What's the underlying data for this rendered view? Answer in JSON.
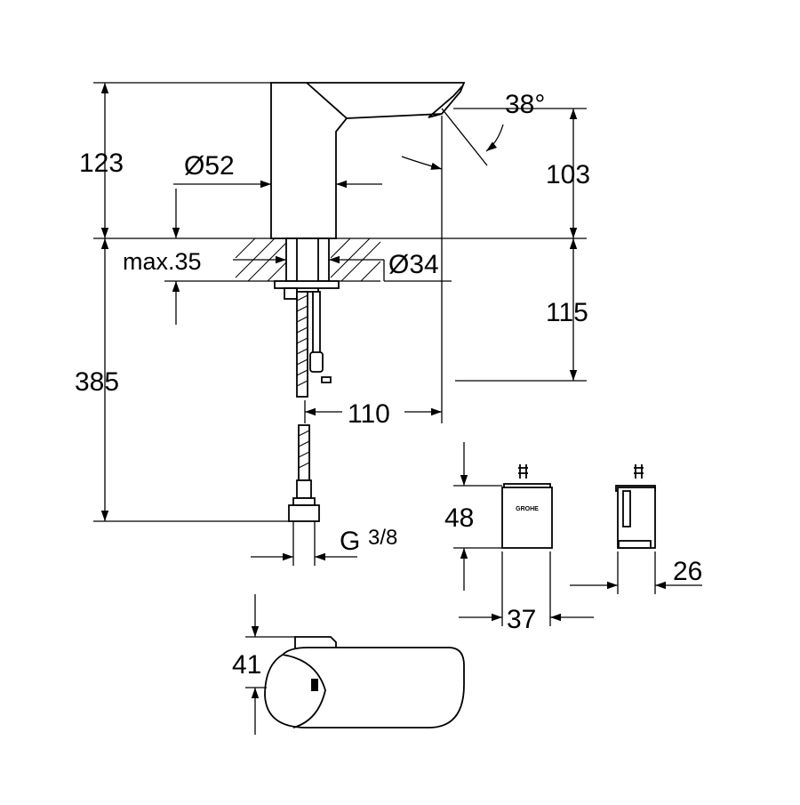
{
  "dimensions": {
    "height_total": "123",
    "diameter_body": "Ø52",
    "spout_angle": "38°",
    "spout_height": "103",
    "max_deck_thickness": "max.35",
    "mounting_hole": "Ø34",
    "below_deck": "115",
    "hose_length": "385",
    "projection": "110",
    "connection_base": "G",
    "connection_fraction": "3/8",
    "box_height": "48",
    "box_width": "37",
    "box_depth": "26",
    "battery_height": "41"
  },
  "brand_marks": {
    "box_logo": "GROHE"
  }
}
